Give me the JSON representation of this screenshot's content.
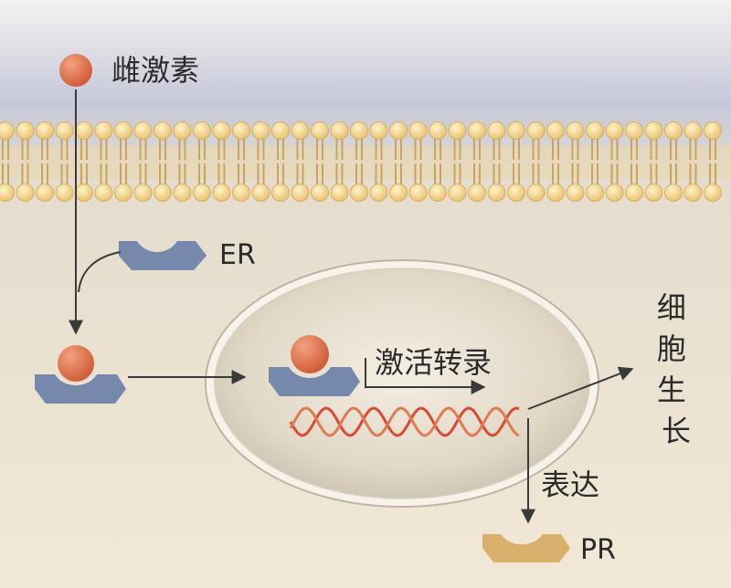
{
  "labels": {
    "hormone": "雌激素",
    "receptor_er": "ER",
    "activate_transcription": "激活转录",
    "expression": "表达",
    "receptor_pr": "PR",
    "cell_growth": "细胞生长"
  },
  "colors": {
    "background_top": "#c6c8da",
    "background_bottom": "#f1e8d6",
    "membrane_head": "#f1d590",
    "membrane_tail": "#c9a45c",
    "hormone": "#de6a45",
    "receptor_er": "#7688ab",
    "receptor_pr": "#d9b16c",
    "nucleus_fill": "#e3dacb",
    "dna": "#d94a35",
    "arrow": "#3a3a3a"
  }
}
